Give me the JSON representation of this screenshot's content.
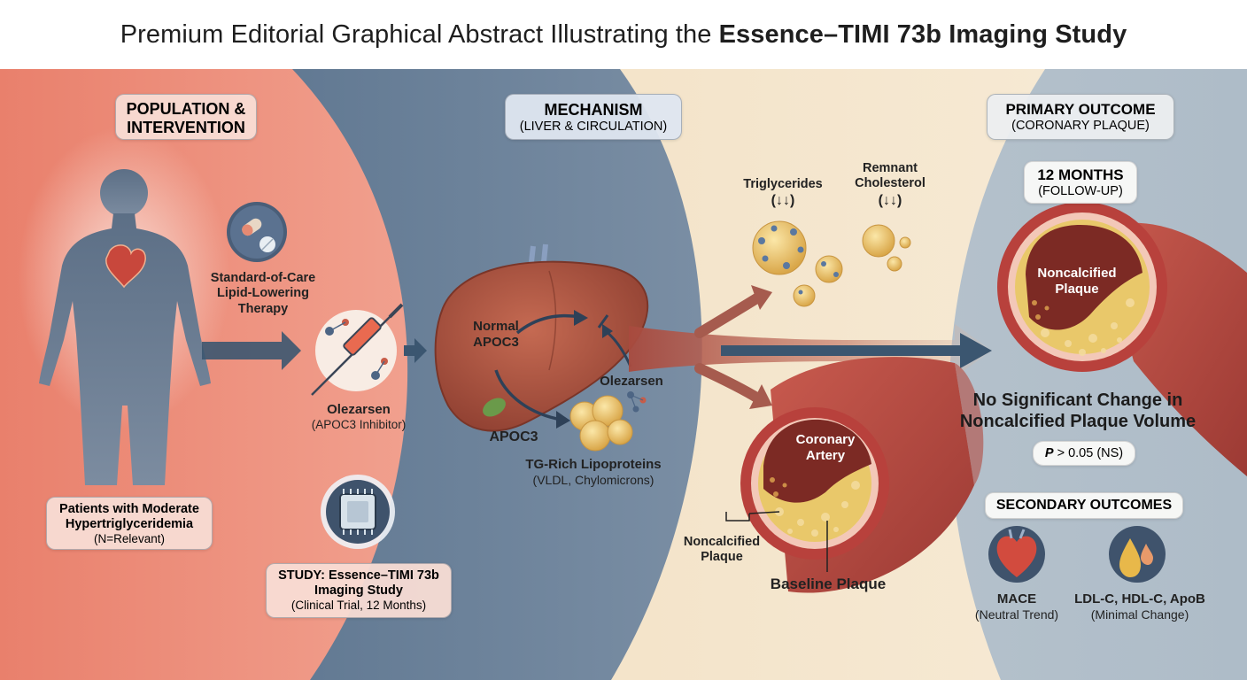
{
  "header": {
    "title_regular": "Premium Editorial Graphical Abstract Illustrating the ",
    "title_bold": "Essence–TIMI 73b Imaging Study"
  },
  "population": {
    "heading_line1": "POPULATION &",
    "heading_line2": "INTERVENTION",
    "soc_line1": "Standard-of-Care",
    "soc_line2": "Lipid-Lowering",
    "soc_line3": "Therapy",
    "drug_name": "Olezarsen",
    "drug_class": "(APOC3 Inhibitor)",
    "patients_line1": "Patients with Moderate",
    "patients_line2": "Hypertriglyceridemia",
    "patients_n": "(N=Relevant)",
    "study_line1": "STUDY: Essence–TIMI 73b",
    "study_line2": "Imaging Study",
    "study_line3": "(Clinical Trial, 12 Months)"
  },
  "mechanism": {
    "heading": "MECHANISM",
    "subheading": "(LIVER & CIRCULATION)",
    "normal_line1": "Normal",
    "normal_line2": "APOC3",
    "olezarsen": "Olezarsen",
    "apoc3": "APOC3",
    "tg_line1": "TG-Rich Lipoproteins",
    "tg_line2": "(VLDL, Chylomicrons)"
  },
  "lipids": {
    "trig_label": "Triglycerides",
    "trig_arrows": "(↓↓)",
    "remnant_line1": "Remnant",
    "remnant_line2": "Cholesterol",
    "remnant_arrows": "(↓↓)"
  },
  "baseline": {
    "artery_line1": "Coronary",
    "artery_line2": "Artery",
    "noncalc_line1": "Noncalcified",
    "noncalc_line2": "Plaque",
    "baseline_label": "Baseline Plaque"
  },
  "outcome": {
    "heading": "PRIMARY OUTCOME",
    "subheading": "(CORONARY PLAQUE)",
    "months": "12 MONTHS",
    "followup": "(FOLLOW-UP)",
    "plaque_line1": "Noncalcified",
    "plaque_line2": "Plaque",
    "result_line1": "No Significant Change in",
    "result_line2": "Noncalcified Plaque Volume",
    "p_symbol": "P",
    "p_value": " > 0.05 (NS)",
    "secondary_heading": "SECONDARY OUTCOMES",
    "mace_label": "MACE",
    "mace_trend": "(Neutral Trend)",
    "lipid_label": "LDL-C, HDL-C, ApoB",
    "lipid_change": "(Minimal Change)"
  },
  "icons": {
    "pill": "pill-capsule-icon",
    "syringe": "syringe-molecule-icon",
    "chip": "study-chip-icon",
    "heart": "heart-icon",
    "droplet": "lipid-droplet-icon",
    "liver": "liver-icon",
    "person": "patient-silhouette-icon"
  },
  "colors": {
    "salmon": "#ec8e7b",
    "slate_blue": "#5d7590",
    "cream": "#f3e4c8",
    "grey_blue": "#b9c5cf",
    "arrow_navy": "#3b5670",
    "artery_red": "#b8413c",
    "plaque_yellow": "#e9c86a"
  }
}
